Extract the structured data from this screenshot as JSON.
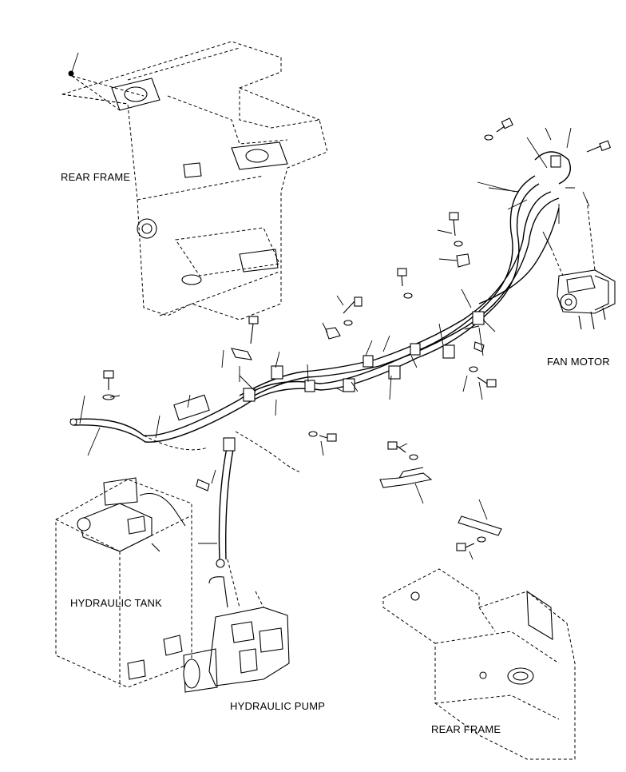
{
  "labels": {
    "rear_frame_top": "REAR FRAME",
    "fan_motor": "FAN MOTOR",
    "hydraulic_tank": "HYDRAULIC TANK",
    "hydraulic_pump": "HYDRAULIC PUMP",
    "rear_frame_bottom": "REAR FRAME"
  }
}
